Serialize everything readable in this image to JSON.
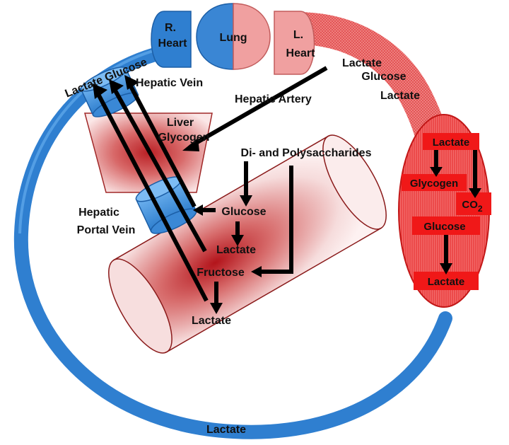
{
  "organs": {
    "right_heart": [
      "R.",
      "Heart"
    ],
    "lung": "Lung",
    "left_heart": [
      "L.",
      "Heart"
    ],
    "liver": [
      "Liver",
      "Glycogen"
    ]
  },
  "vessels": {
    "hepatic_vein": "Hepatic Vein",
    "hepatic_artery": "Hepatic Artery",
    "hepatic_portal_vein": [
      "Hepatic",
      "Portal Vein"
    ],
    "circulation_top_left": "Lactate Glucose",
    "circulation_bottom": "Lactate",
    "arterial_labels": [
      "Lactate",
      "Glucose",
      "Lactate"
    ]
  },
  "intestine": {
    "input": "Di- and Polysaccharides",
    "glucose": "Glucose",
    "lactate_1": "Lactate",
    "fructose": "Fructose",
    "lactate_2": "Lactate"
  },
  "muscle": {
    "lactate_in": "Lactate",
    "glycogen": "Glycogen",
    "co2": "CO",
    "co2_sub": "2",
    "glucose": "Glucose",
    "lactate_out": "Lactate"
  },
  "colors": {
    "venous": "#2f7fd0",
    "arterial": "#e8323a",
    "heart_pink": "#f0a0a0",
    "arrow": "#000000"
  }
}
